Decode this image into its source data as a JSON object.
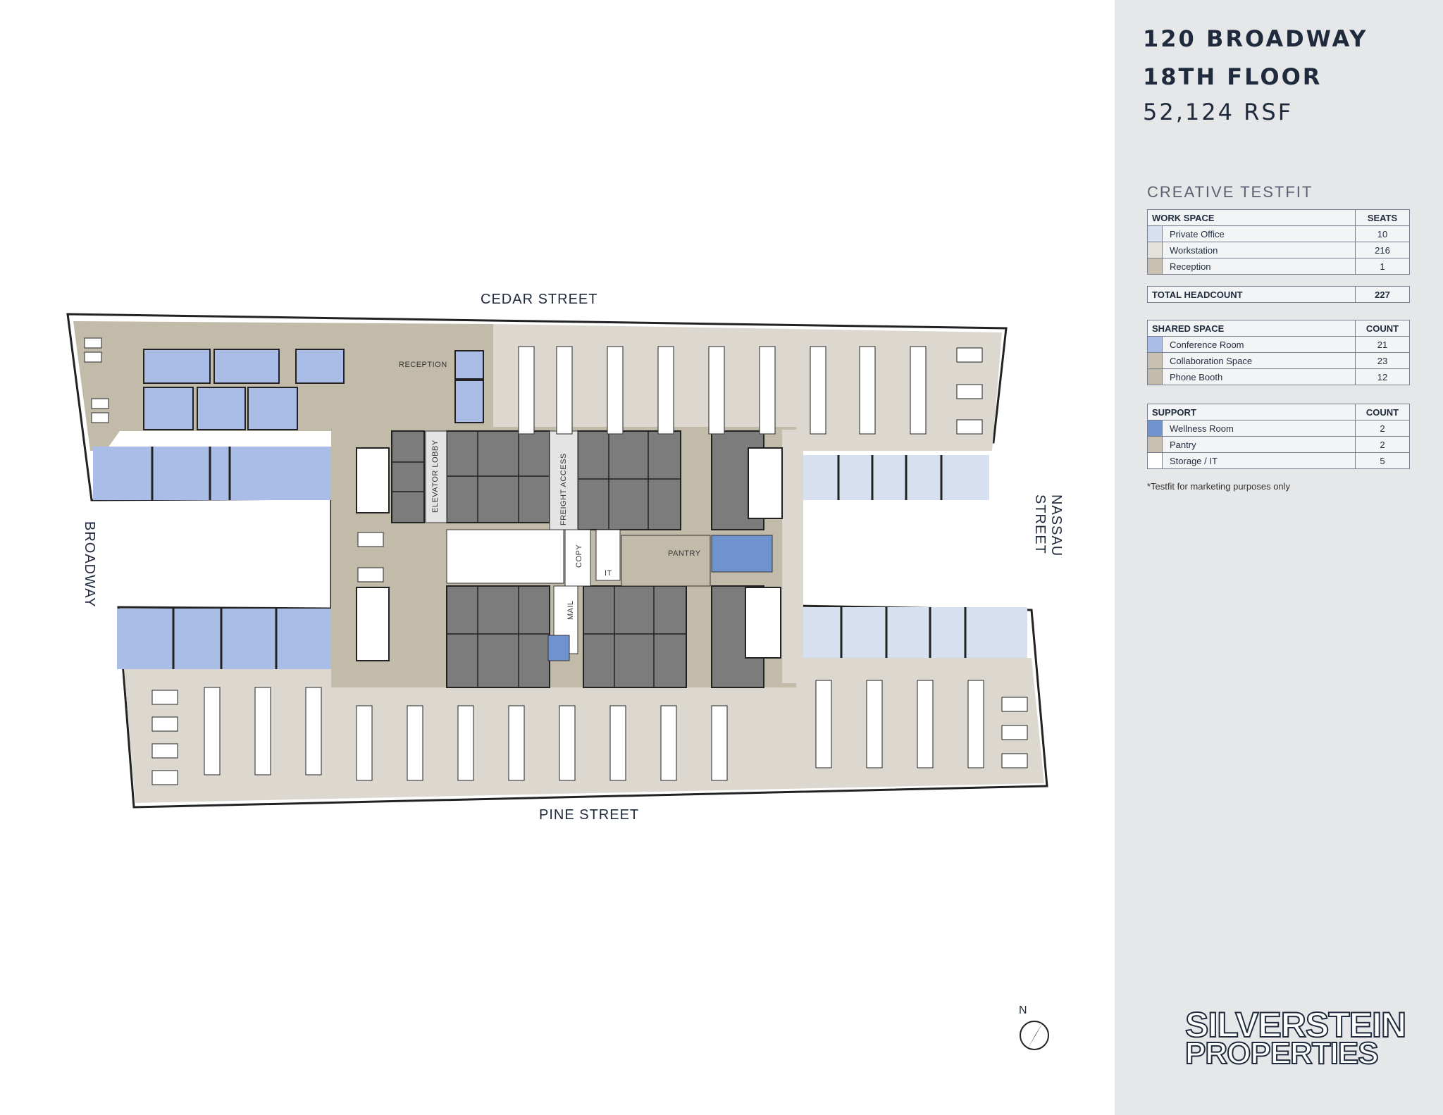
{
  "header": {
    "address": "120 BROADWAY",
    "floor": "18TH FLOOR",
    "rsf": "52,124 RSF"
  },
  "section_title": "CREATIVE TESTFIT",
  "work_space": {
    "header": "WORK SPACE",
    "col": "SEATS",
    "rows": [
      {
        "label": "Private Office",
        "value": "10",
        "color": "#d6e0f0"
      },
      {
        "label": "Workstation",
        "value": "216",
        "color": "#e4e1da"
      },
      {
        "label": "Reception",
        "value": "1",
        "color": "#c9c0b0"
      }
    ]
  },
  "total": {
    "label": "TOTAL HEADCOUNT",
    "value": "227"
  },
  "shared_space": {
    "header": "SHARED SPACE",
    "col": "COUNT",
    "rows": [
      {
        "label": "Conference Room",
        "value": "21",
        "color": "#a9bde6"
      },
      {
        "label": "Collaboration Space",
        "value": "23",
        "color": "#c9c0b0"
      },
      {
        "label": "Phone Booth",
        "value": "12",
        "color": "#c3bba9"
      }
    ]
  },
  "support": {
    "header": "SUPPORT",
    "col": "COUNT",
    "rows": [
      {
        "label": "Wellness Room",
        "value": "2",
        "color": "#6f93cf"
      },
      {
        "label": "Pantry",
        "value": "2",
        "color": "#c9c0b0"
      },
      {
        "label": "Storage / IT",
        "value": "5",
        "color": "#ffffff"
      }
    ]
  },
  "note": "*Testfit for marketing purposes only",
  "streets": {
    "north": "CEDAR STREET",
    "south": "PINE STREET",
    "west": "BROADWAY",
    "east": "NASSAU STREET"
  },
  "rooms": {
    "reception": "RECEPTION",
    "elevator_lobby": "ELEVATOR LOBBY",
    "freight_access": "FREIGHT ACCESS",
    "pantry": "PANTRY",
    "copy": "COPY",
    "it": "IT",
    "mail": "MAIL"
  },
  "north_arrow": "N",
  "logo": {
    "line1": "SILVERSTEIN",
    "line2": "PROPERTIES"
  },
  "colors": {
    "workstation": "#d9d4ca",
    "reception": "#c3bba9",
    "conference": "#a9bde6",
    "private_office": "#d6e0f0",
    "wellness": "#6f93cf",
    "core": "#7c7c7c",
    "sidebar": "#e6e7e8",
    "navy": "#1f2a3d"
  }
}
